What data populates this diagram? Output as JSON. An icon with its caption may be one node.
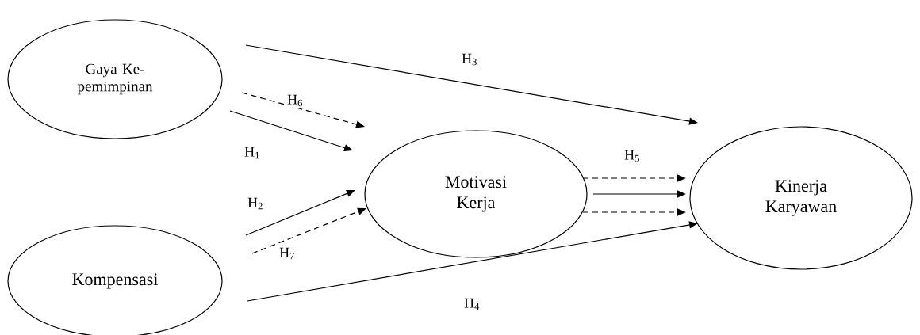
{
  "diagram": {
    "nodes": [
      {
        "text": [
          "Gaya Ke-pemimpinan"
        ]
      },
      {
        "text": [
          "Kompensasi"
        ]
      },
      {
        "text": [
          "Motivasi Kerja"
        ]
      },
      {
        "text": [
          "Kinerja Karyawan"
        ]
      }
    ],
    "edges": [
      {
        "from": 0,
        "to": 3,
        "arrow": "to",
        "label": "H$_{3}$"
      },
      {
        "from": 0,
        "to": 2,
        "arrow": "to",
        "label": "H$_{6}$",
        "style": "dashed"
      },
      {
        "from": 0,
        "to": 2,
        "arrow": "to",
        "label": "H$_{1}$"
      },
      {
        "from": 1,
        "to": 2,
        "arrow": "to",
        "label": "H$_{2}$"
      },
      {
        "from": 1,
        "to": 2,
        "arrow": "to",
        "label": "H$_{7}$",
        "style": "dashed"
      },
      {
        "from": 2,
        "to": 3,
        "arrow": "to",
        "label": "H$_{5}$",
        "style": "dashed"
      },
      {
        "from": 2,
        "to": 3,
        "arrow": "to"
      },
      {
        "from": 2,
        "to": 3,
        "arrow": "to",
        "style": "dashed"
      },
      {
        "from": 1,
        "to": 3,
        "arrow": "to",
        "label": "H$_{4}$"
      }
    ]
  }
}
